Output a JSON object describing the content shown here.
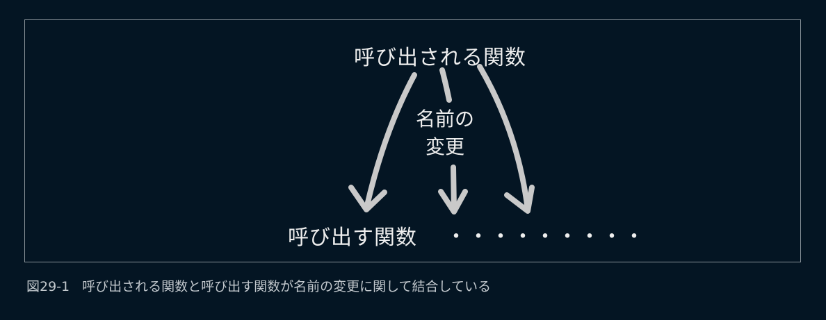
{
  "diagram": {
    "callee_label": "呼び出される関数",
    "rename_line1": "名前の",
    "rename_line2": "変更",
    "caller_label": "呼び出す関数",
    "ellipsis": "・・・・・・・・・",
    "arrow_color": "#c9c9c9"
  },
  "caption": {
    "figure_number": "図29-1",
    "text": "呼び出される関数と呼び出す関数が名前の変更に関して結合している"
  }
}
